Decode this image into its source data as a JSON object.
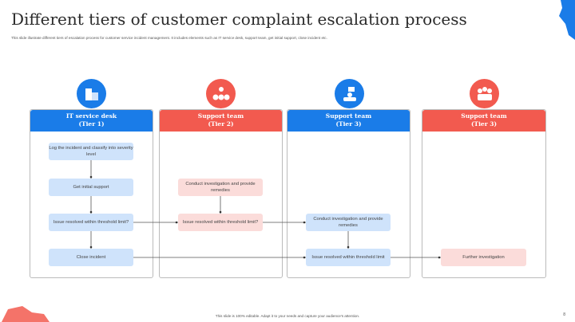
{
  "title": "Different tiers of customer complaint escalation process",
  "subtitle": "This slide illustrate different tiers of escalation process for customer service incident management. It includes elements such as IT service desk, support team, get initial support, close incident etc.",
  "columns": [
    {
      "name": "IT service desk",
      "tier": "(Tier 1)",
      "icon": "office-building-icon"
    },
    {
      "name": "Support team",
      "tier": "(Tier 2)",
      "icon": "team-hierarchy-icon"
    },
    {
      "name": "Support team",
      "tier": "(Tier 3)",
      "icon": "team-chat-icon"
    },
    {
      "name": "Support team",
      "tier": "(Tier 3)",
      "icon": "group-people-icon"
    }
  ],
  "steps": {
    "c1": [
      "Log the incident and classify into severity level",
      "Get initial support",
      "Issue resolved within threshold limit?",
      "Close incident"
    ],
    "c2": [
      "Conduct investigation and provide remedies",
      "Issue resolved within threshold limit?"
    ],
    "c3": [
      "Conduct investigation and provide remedies",
      "Issue resolved within threshold limit"
    ],
    "c4": [
      "Further investigation"
    ]
  },
  "colors": {
    "blue": "#1a7ce8",
    "red": "#f25a4f"
  },
  "footer": "This slide is 100% editable. Adapt it to your needs and capture your audience's attention.",
  "page_number": "8"
}
